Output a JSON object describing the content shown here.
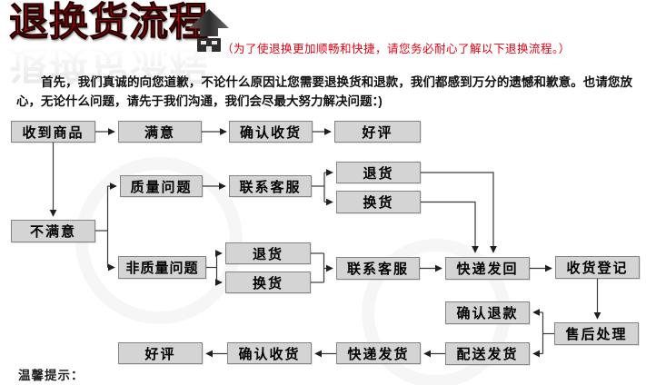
{
  "header": {
    "title": "退换货流程",
    "subtitle": "（为了使退换更加顺畅和快捷，请您务必耐心了解以下退换流程。）",
    "title_color": "#d10505",
    "subtitle_color": "#e60012",
    "icon": "house-arrow-icon"
  },
  "intro": {
    "text": "首先，我们真诚的向您道歉，不论什么原因让您需要退换货和退款，我们都感到万分的遗憾和歉意。也请您放心，无论什么问题，请先于我们沟通，我们会尽最大努力解决问题：)"
  },
  "flowchart": {
    "box_fill": "#d4d4d4",
    "box_border": "#848484",
    "line_color": "#3a3a3a",
    "nodes": [
      {
        "id": "received-goods",
        "label": "收到商品"
      },
      {
        "id": "satisfied",
        "label": "满意"
      },
      {
        "id": "confirm-receipt",
        "label": "确认收货"
      },
      {
        "id": "good-review",
        "label": "好评"
      },
      {
        "id": "quality-issue",
        "label": "质量问题"
      },
      {
        "id": "contact-service",
        "label": "联系客服"
      },
      {
        "id": "return-goods",
        "label": "退货"
      },
      {
        "id": "exchange-goods",
        "label": "换货"
      },
      {
        "id": "unsatisfied",
        "label": "不满意"
      },
      {
        "id": "non-quality-issue",
        "label": "非质量问题"
      },
      {
        "id": "return-goods-2",
        "label": "退货"
      },
      {
        "id": "exchange-goods-2",
        "label": "换货"
      },
      {
        "id": "contact-service-2",
        "label": "联系客服"
      },
      {
        "id": "express-sendback",
        "label": "快递发回"
      },
      {
        "id": "receipt-registration",
        "label": "收货登记"
      },
      {
        "id": "aftersales-processing",
        "label": "售后处理"
      },
      {
        "id": "confirm-refund",
        "label": "确认退款"
      },
      {
        "id": "dispatch-shipping",
        "label": "配送发货"
      },
      {
        "id": "express-shipping",
        "label": "快递发货"
      },
      {
        "id": "confirm-receipt-2",
        "label": "确认收货"
      },
      {
        "id": "good-review-2",
        "label": "好评"
      }
    ]
  },
  "footer": {
    "tips_label": "温馨提示："
  }
}
